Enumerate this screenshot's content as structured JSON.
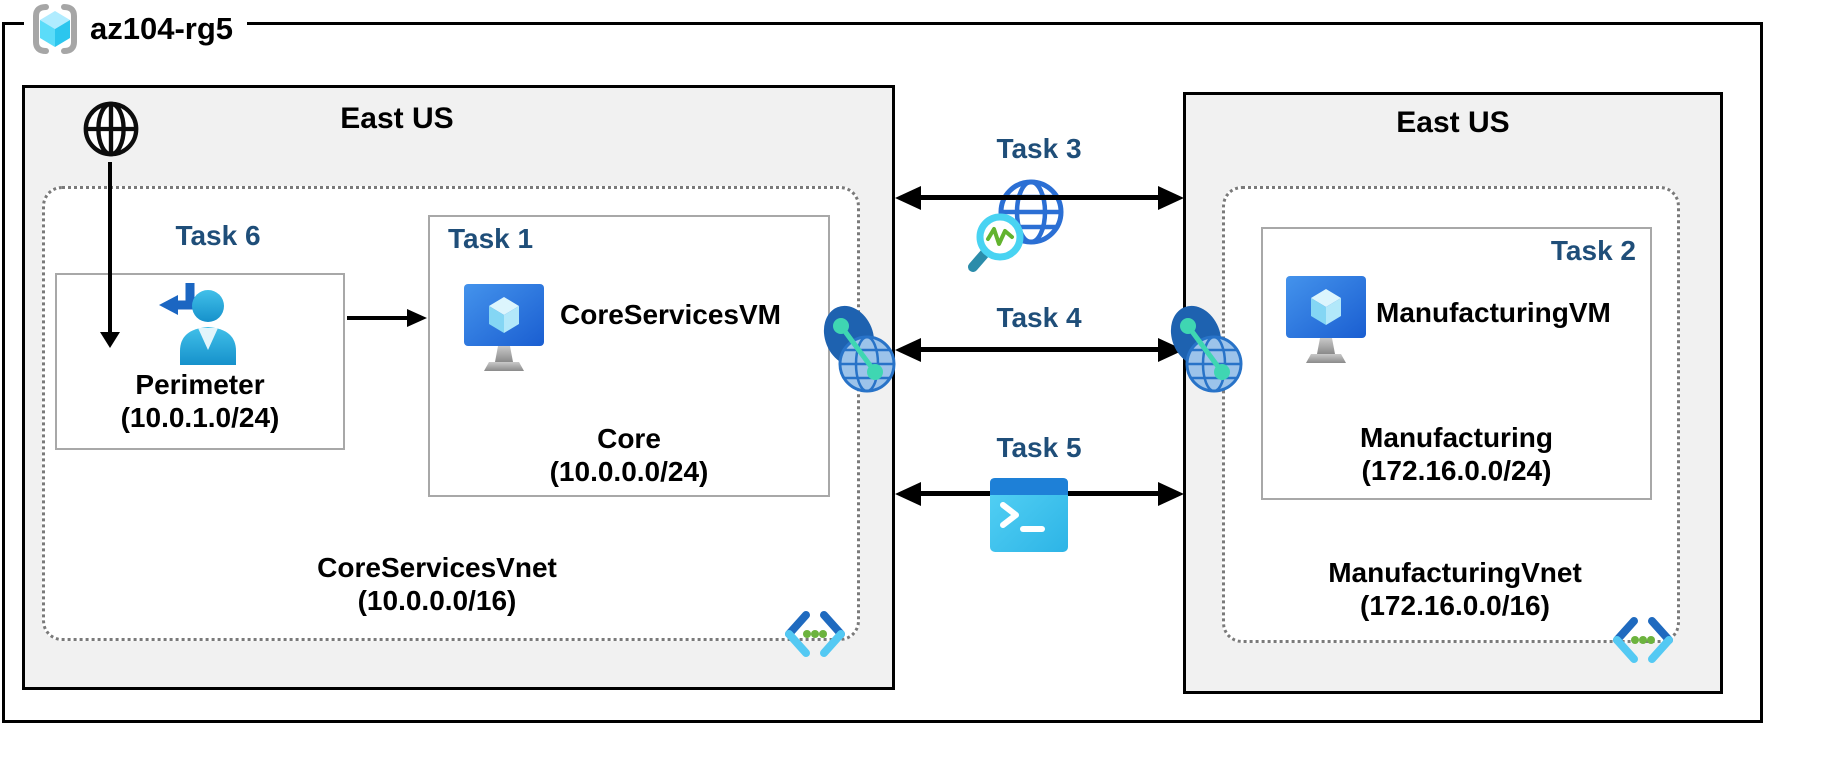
{
  "resource_group": {
    "name": "az104-rg5"
  },
  "left_region": {
    "title": "East US",
    "task6_label": "Task 6",
    "perimeter_subnet": {
      "name": "Perimeter",
      "cidr": "(10.0.1.0/24)"
    },
    "task1_label": "Task 1",
    "vm_name": "CoreServicesVM",
    "subnet_name": "Core",
    "subnet_cidr": "(10.0.0.0/24)",
    "vnet_name": "CoreServicesVnet",
    "vnet_cidr": "(10.0.0.0/16)"
  },
  "right_region": {
    "title": "East US",
    "task2_label": "Task 2",
    "vm_name": "ManufacturingVM",
    "subnet_name": "Manufacturing",
    "subnet_cidr": "(172.16.0.0/24)",
    "vnet_name": "ManufacturingVnet",
    "vnet_cidr": "(172.16.0.0/16)"
  },
  "connections": {
    "task3_label": "Task 3",
    "task4_label": "Task 4",
    "task5_label": "Task 5"
  },
  "icons": {
    "resource_group_icon": "azure-cube-in-brackets",
    "internet_icon": "globe-outline",
    "guest_user_icon": "person-with-return-arrow",
    "vm_icon": "monitor-with-cube",
    "vnet_icon": "angle-brackets-with-green-dots",
    "peering_icon": "globe-with-teal-link-dots",
    "network_watcher_icon": "globe-with-magnifier-pulse",
    "cloud_shell_icon": "terminal-prompt-window"
  },
  "colors": {
    "task_label": "#1f4e79",
    "region_background": "#f1f1f1",
    "outer_border": "#000000",
    "inner_box_border": "#a8a8a8",
    "dotted_border": "#7a7a7a",
    "azure_blue": "#1e80d7",
    "azure_cyan": "#50d2f0",
    "vnet_green": "#6cb33e",
    "peering_teal": "#3fd6b2"
  }
}
